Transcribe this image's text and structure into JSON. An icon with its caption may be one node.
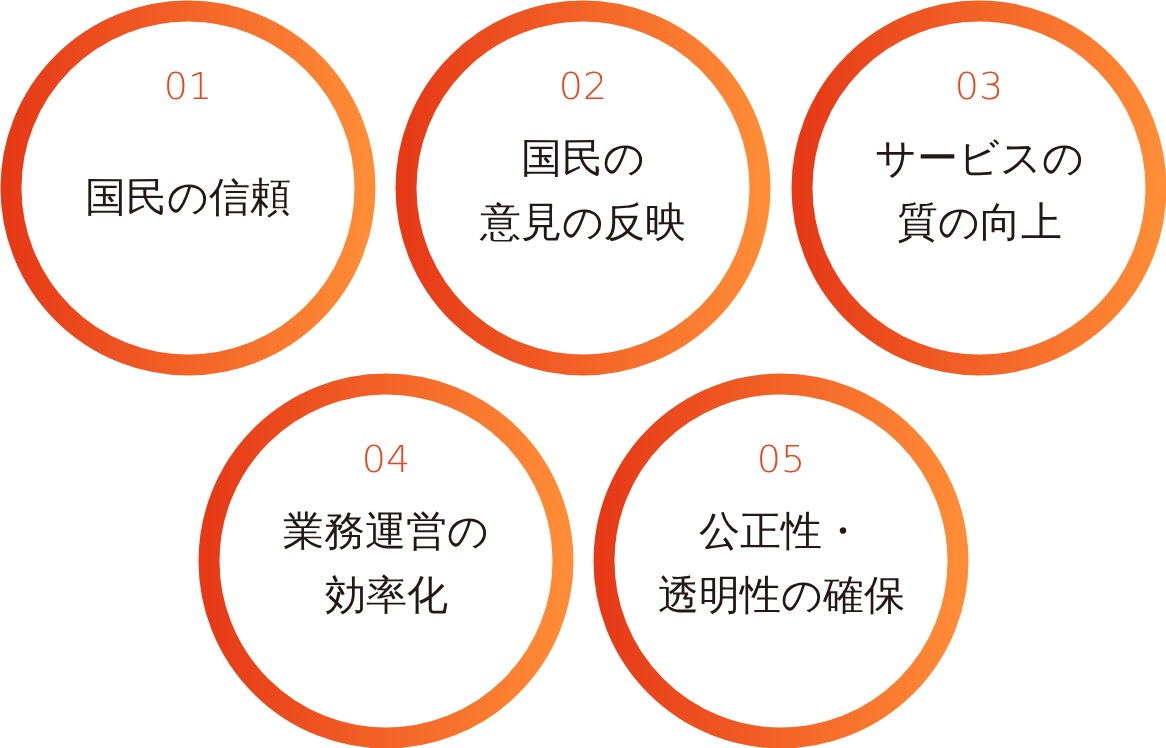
{
  "diagram": {
    "nodes": [
      {
        "text": [
          "01",
          "国民の信頼"
        ]
      },
      {
        "text": [
          "02",
          "国民の意見の反映"
        ]
      },
      {
        "text": [
          "03",
          "サービスの質の向上"
        ]
      },
      {
        "text": [
          "04",
          "業務運営の効率化"
        ]
      },
      {
        "text": [
          "05",
          "公正性・透明性の確保"
        ]
      }
    ]
  }
}
